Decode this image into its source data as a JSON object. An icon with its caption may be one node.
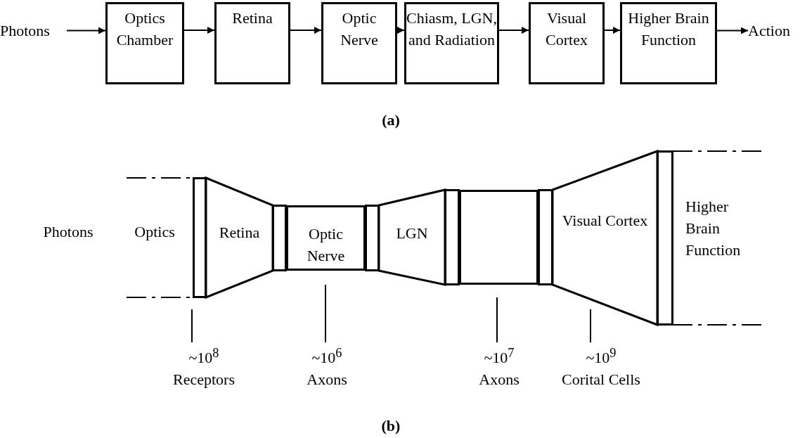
{
  "diagram": {
    "nodes": [
      {
        "text": [
          "Photons"
        ]
      },
      {
        "text": [
          "Optics Chamber"
        ]
      },
      {
        "text": [
          "Retina"
        ]
      },
      {
        "text": [
          "Optic Nerve"
        ]
      },
      {
        "text": [
          "Chiasm, LGN, and Radiation"
        ]
      },
      {
        "text": [
          "Visual Cortex"
        ]
      },
      {
        "text": [
          "Higher Brain Function"
        ]
      },
      {
        "text": [
          "Action"
        ]
      },
      {
        "text": [],
        "shape": "bar"
      },
      {
        "text": [
          "Retina"
        ]
      },
      {
        "text": [],
        "shape": "bar"
      },
      {
        "text": [
          "Optic Nerve"
        ]
      },
      {
        "text": [],
        "shape": "bar"
      },
      {
        "text": [
          "LGN"
        ]
      },
      {
        "text": [],
        "shape": "bar"
      },
      {
        "text": [],
        "shape": "box"
      },
      {
        "text": [],
        "shape": "bar"
      },
      {
        "text": [
          "Visual Cortex"
        ]
      },
      {
        "text": [],
        "shape": "bar"
      },
      {
        "text": [
          "~10$^{8}$",
          "Receptors"
        ]
      },
      {
        "text": [
          "~10$^{6}$",
          "Axons"
        ]
      },
      {
        "text": [
          "~10$^{7}$",
          "Axons"
        ]
      },
      {
        "text": [
          "~10$^{9}$",
          "Corital Cells"
        ]
      }
    ],
    "edges": [
      {
        "from": 0,
        "to": 1,
        "arrow": "to"
      },
      {
        "from": 1,
        "to": 2,
        "arrow": "to"
      },
      {
        "from": 2,
        "to": 3,
        "arrow": "to"
      },
      {
        "from": 3,
        "to": 4,
        "arrow": "to"
      },
      {
        "from": 4,
        "to": 5,
        "arrow": "to"
      },
      {
        "from": 5,
        "to": 6,
        "arrow": "to"
      },
      {
        "from": 6,
        "to": 7,
        "arrow": "to"
      },
      {
        "from": 19,
        "to": 8,
        "arrow": "none"
      },
      {
        "from": 20,
        "to": 11,
        "arrow": "none"
      },
      {
        "from": 21,
        "to": 15,
        "arrow": "none"
      },
      {
        "from": 22,
        "to": 17,
        "arrow": "none"
      }
    ],
    "labels": [
      "(a)",
      "Photons",
      "Optics",
      "Higher Brain Function",
      "(b)"
    ]
  }
}
